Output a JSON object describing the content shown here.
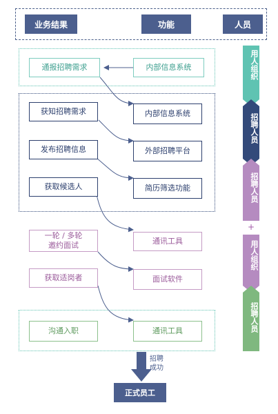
{
  "header": {
    "col1": "业务结果",
    "col2": "功能",
    "col3": "人员"
  },
  "rows": [
    {
      "left": "通报招聘需求",
      "right": "内部信息系统"
    },
    {
      "left": "获知招聘需求",
      "right": "内部信息系统"
    },
    {
      "left": "发布招聘信息",
      "right": "外部招聘平台"
    },
    {
      "left": "获取候选人",
      "right": "简历筛选功能"
    },
    {
      "left": "一轮 / 多轮\n邀约面试",
      "right": "通讯工具"
    },
    {
      "left": "获取适岗者",
      "right": "面试软件"
    },
    {
      "left": "沟通入职",
      "right": "通讯工具"
    }
  ],
  "flow_label": "招聘\n成功",
  "final": "正式员工",
  "roles": {
    "r1": "用人组织",
    "r2": "招聘人员",
    "r3": "招聘人员",
    "plus": "+",
    "r4": "用人组织",
    "r5": "招聘人员"
  },
  "colors": {
    "header": "#4c5f8e",
    "teal": "#5fc3b2",
    "navy": "#334a7a",
    "purple": "#b58bc0",
    "green": "#7fb87f"
  }
}
